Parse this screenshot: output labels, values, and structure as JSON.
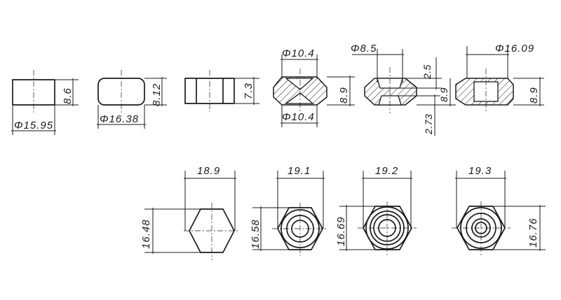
{
  "stages": [
    {
      "diameter": "Φ15.95",
      "height": "8.6"
    },
    {
      "diameter": "Φ16.38",
      "height": "8.12"
    },
    {
      "height": "7.3"
    },
    {
      "top_diameter": "Φ10.4",
      "bottom_diameter": "Φ10.4",
      "height": "8.9"
    },
    {
      "diameter": "Φ8.5",
      "upper_dim": "2.5",
      "height": "8.9",
      "lower_dim": "2.73"
    },
    {
      "diameter": "Φ16.09",
      "height": "8.9"
    }
  ],
  "hex_views": [
    {
      "width": "18.9",
      "height": "16.48"
    },
    {
      "width": "19.1",
      "height": "16.58"
    },
    {
      "width": "19.2",
      "height": "16.69"
    },
    {
      "width": "19.3",
      "height": "16.76"
    }
  ]
}
